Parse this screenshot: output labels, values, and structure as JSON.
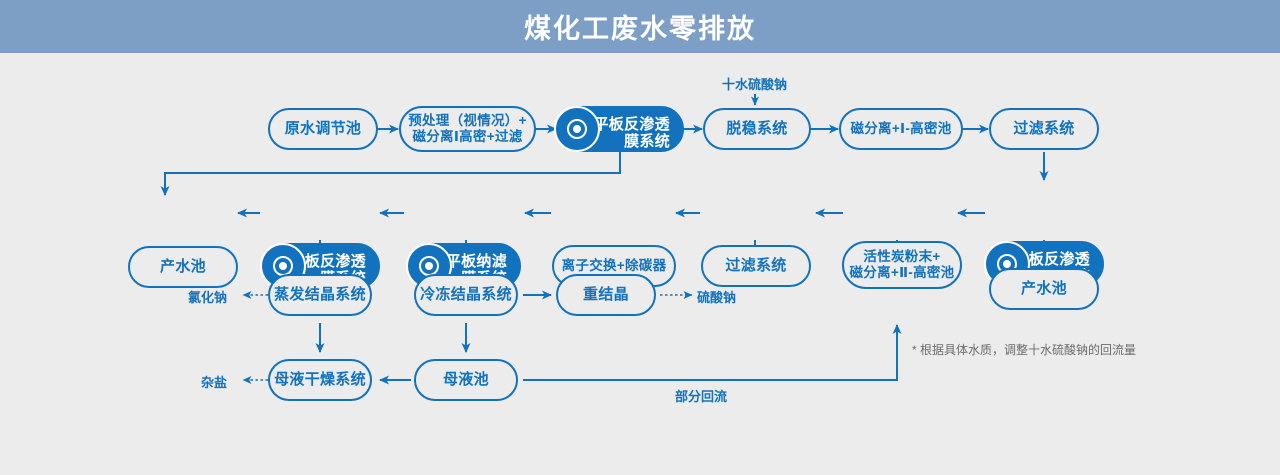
{
  "header": {
    "title": "煤化工废水零排放",
    "bg": "#7d9fc6"
  },
  "theme": {
    "accent": "#1272bd",
    "canvas_bg": "#ececec",
    "note_color": "#6b6b6b"
  },
  "nodes": {
    "raw_water_tank": {
      "label": "原水调节池",
      "style": "outline"
    },
    "pretreatment": {
      "line1": "预处理（视情况）+",
      "line2": "磁分离Ⅰ高密+过滤",
      "style": "outline"
    },
    "ro_membrane_1": {
      "line1": "平板反渗透",
      "line2": "膜系统",
      "style": "filled",
      "icon": "membrane-disc-icon"
    },
    "destabilization": {
      "label": "脱稳系统",
      "style": "outline"
    },
    "mag_sep_1": {
      "label": "磁分离+Ⅰ-高密池",
      "style": "outline"
    },
    "filtration_1": {
      "label": "过滤系统",
      "style": "outline"
    },
    "ro_membrane_2": {
      "line1": "平板反渗透",
      "line2": "膜系统",
      "style": "filled",
      "icon": "membrane-disc-icon"
    },
    "product_water_right": {
      "label": "产水池",
      "style": "outline"
    },
    "activated_carbon": {
      "line1": "活性炭粉末+",
      "line2": "磁分离+Ⅱ-高密池",
      "style": "outline"
    },
    "filtration_2": {
      "label": "过滤系统",
      "style": "outline"
    },
    "ion_exchange": {
      "label": "离子交换+除碳器",
      "style": "outline"
    },
    "nf_membrane": {
      "line1": "平板纳滤",
      "line2": "膜系统",
      "style": "filled",
      "icon": "membrane-disc-icon"
    },
    "ro_membrane_3": {
      "line1": "平板反渗透",
      "line2": "膜系统",
      "style": "filled",
      "icon": "membrane-disc-icon"
    },
    "product_water_left": {
      "label": "产水池",
      "style": "outline"
    },
    "evaporation_cryst": {
      "label": "蒸发结晶系统",
      "style": "outline"
    },
    "freeze_cryst": {
      "label": "冷冻结晶系统",
      "style": "outline"
    },
    "recrystallization": {
      "label": "重结晶",
      "style": "outline"
    },
    "mother_liquor_dry": {
      "label": "母液干燥系统",
      "style": "outline"
    },
    "mother_liquor_tank": {
      "label": "母液池",
      "style": "outline"
    }
  },
  "labels": {
    "sodium_sulfate_decahydrate": "十水硫酸钠",
    "sodium_chloride": "氯化钠",
    "sodium_sulfate": "硫酸钠",
    "mixed_salt": "杂盐",
    "partial_reflux": "部分回流",
    "footnote": "* 根据具体水质，调整十水硫酸钠的回流量"
  }
}
